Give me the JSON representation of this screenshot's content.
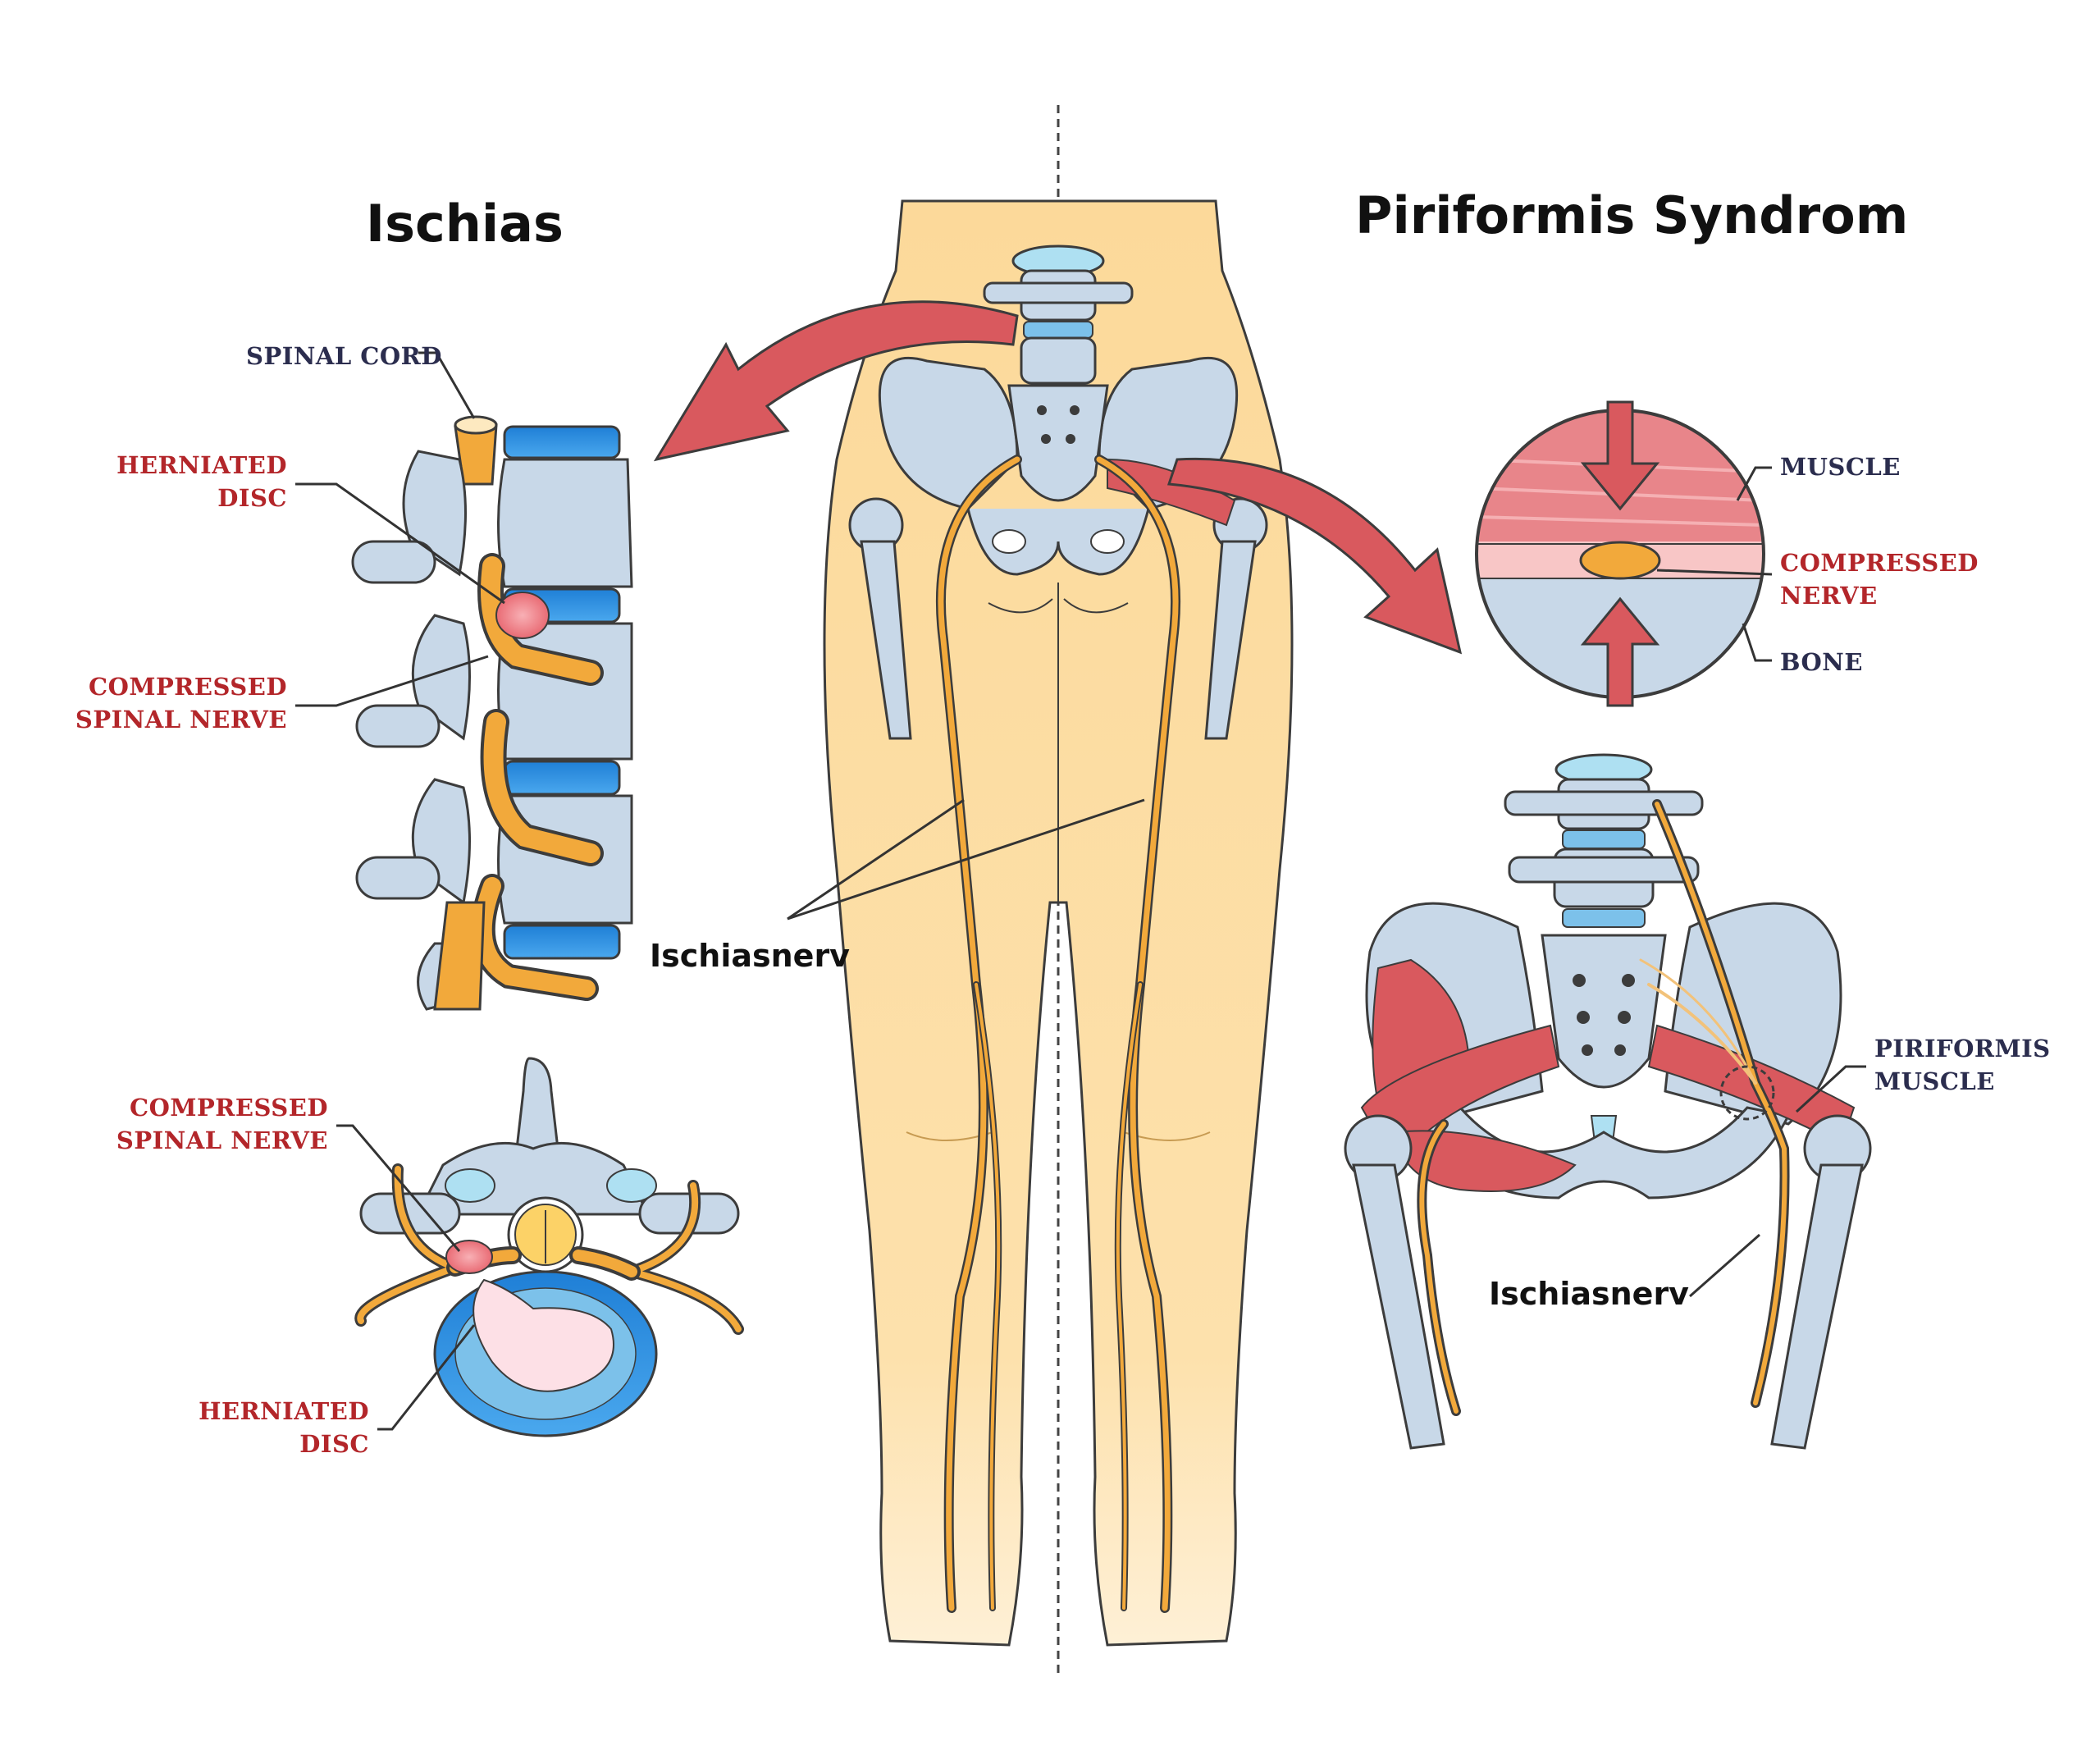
{
  "titles": {
    "left": "Ischias",
    "right": "Piriformis Syndrom"
  },
  "side_view_labels": {
    "spinal_cord": "SPINAL CORD",
    "herniated_disc": [
      "HERNIATED",
      "DISC"
    ],
    "compressed_spinal_nerve": [
      "COMPRESSED",
      "SPINAL NERVE"
    ]
  },
  "top_view_labels": {
    "compressed_spinal_nerve": [
      "COMPRESSED",
      "SPINAL NERVE"
    ],
    "herniated_disc": [
      "HERNIATED",
      "DISC"
    ]
  },
  "circle_labels": {
    "muscle": "MUSCLE",
    "compressed_nerve": [
      "COMPRESSED",
      "NERVE"
    ],
    "bone": "BONE"
  },
  "pelvis_labels": {
    "piriformis_muscle": [
      "PIRIFORMIS",
      "MUSCLE"
    ],
    "ischiasnerv": "Ischiasnerv"
  },
  "center_labels": {
    "ischiasnerv": "Ischiasnerv"
  },
  "colors": {
    "skin": "#fcd99a",
    "bone": "#c8d8e8",
    "disc_blue": "#2a8ee0",
    "nerve": "#f2a93b",
    "muscle": "#d9595e",
    "arrow": "#d9595e",
    "label_red": "#b3262a",
    "label_dark": "#2b2d4e"
  }
}
